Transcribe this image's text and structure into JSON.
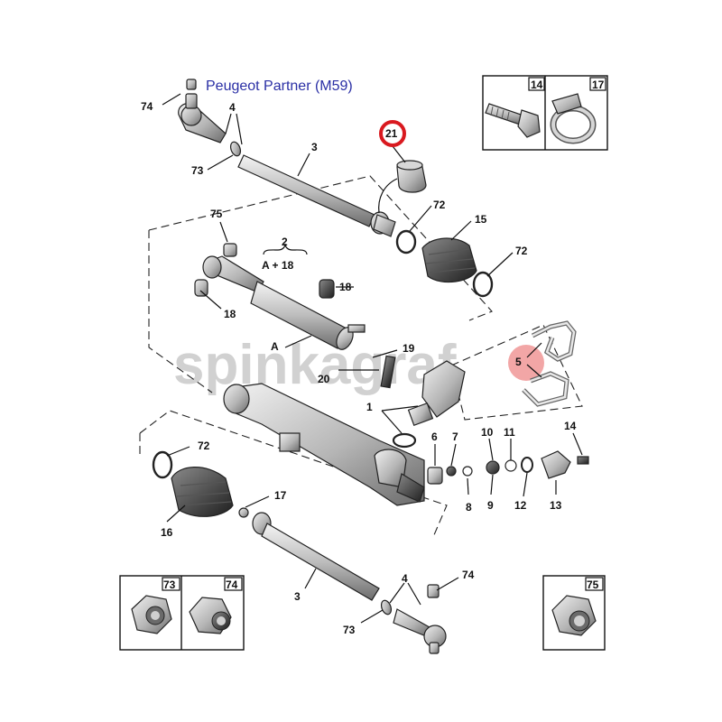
{
  "title": "Peugeot Partner (M59)",
  "watermark": "spinkagraf",
  "highlighted_callout": "21",
  "colors": {
    "title": "#2a2fa5",
    "highlight_ring": "#d9191f",
    "watermark_dot": "#e23a3a"
  },
  "callouts": {
    "c74a": "74",
    "c4a": "4",
    "c73a": "73",
    "c3a": "3",
    "c21": "21",
    "c72a": "72",
    "c15": "15",
    "c72b": "72",
    "c75": "75",
    "c2": "2",
    "c2sub": "A + 18",
    "c18a": "18",
    "c18b": "18",
    "cA": "A",
    "c19": "19",
    "c20": "20",
    "c1": "1",
    "c5": "5",
    "c6": "6",
    "c7": "7",
    "c8": "8",
    "c9": "9",
    "c10": "10",
    "c11": "11",
    "c12": "12",
    "c13": "13",
    "c14b": "14",
    "c72c": "72",
    "c17b": "17",
    "c16": "16",
    "c3b": "3",
    "c4b": "4",
    "c74b": "74",
    "c73b": "73"
  },
  "inset_boxes": {
    "top_right": [
      "14",
      "17"
    ],
    "bottom_left": [
      "73",
      "74"
    ],
    "bottom_right": [
      "75"
    ]
  }
}
